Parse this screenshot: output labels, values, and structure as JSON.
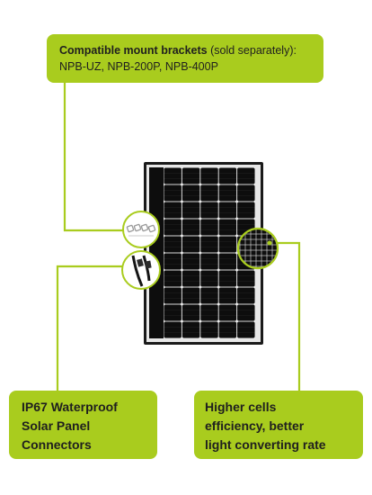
{
  "callouts": {
    "mount_brackets": {
      "bold": "Compatible mount brackets",
      "rest": " (sold separately): NPB-UZ, NPB-200P, NPB-400P"
    },
    "connectors": {
      "lines": [
        "IP67 Waterproof",
        "Solar Panel",
        "Connectors"
      ]
    },
    "cells": {
      "lines": [
        "Higher cells",
        "efficiency, better",
        "light converting rate"
      ]
    }
  },
  "colors": {
    "accent": "#a9cc1e",
    "panel": "#0c0c0c",
    "frame": "#222222"
  },
  "icons": {
    "panel": "solar-panel-image",
    "brackets": "mount-brackets-icon",
    "connector": "connector-cable-icon",
    "cells": "solar-cell-closeup-icon"
  }
}
